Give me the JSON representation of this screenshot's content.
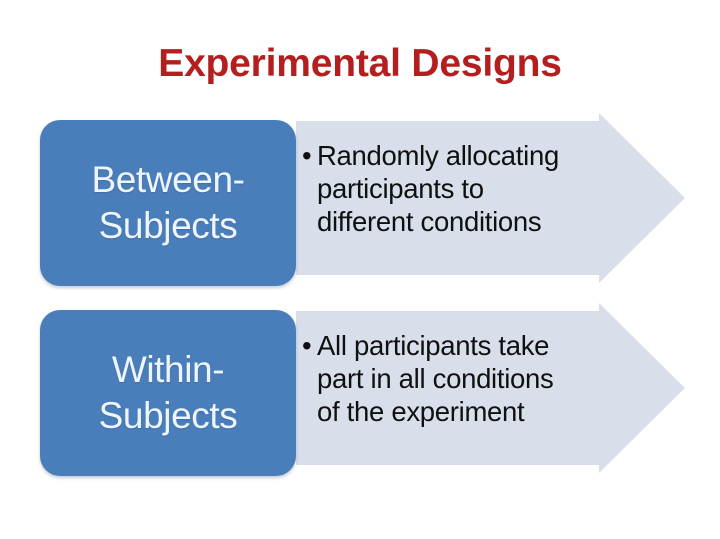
{
  "slide": {
    "title": "Experimental Designs",
    "title_color": "#b41e1e",
    "background_color": "#ffffff"
  },
  "palette": {
    "box_blue": "#4a7ebb",
    "box_text": "#eef5fd",
    "arrow_fill": "#d8deea",
    "arrow_text": "#101010"
  },
  "rows": [
    {
      "id": "between-subjects",
      "box_label": "Between-\nSubjects",
      "bullet_marker": "•",
      "bullet_lines": [
        "Randomly allocating",
        "participants to",
        "different conditions"
      ],
      "bullet_text": "Randomly allocating participants to different conditions"
    },
    {
      "id": "within-subjects",
      "box_label": "Within-\nSubjects",
      "bullet_marker": "•",
      "bullet_lines": [
        "All participants take",
        "part in all conditions",
        "of the experiment"
      ],
      "bullet_text": "All participants take part in all conditions of the experiment"
    }
  ]
}
